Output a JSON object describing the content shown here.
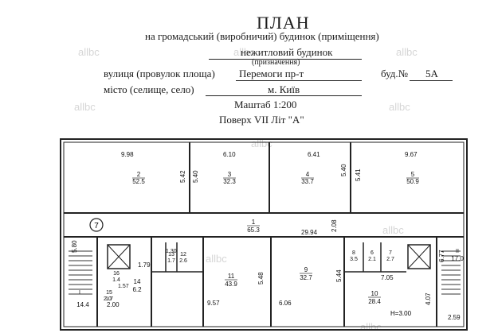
{
  "header": {
    "title": "ПЛАН",
    "subtitle": "на громадський (виробничий) будинок (приміщення)",
    "purpose_value": "нежитловий будинок",
    "purpose_caption": "(призначення)",
    "street_label": "вулиця (провулок площа)",
    "street_value": "Перемоги  пр-т",
    "building_label": "буд.№",
    "building_value": "5А",
    "city_label": "місто (селище, село)",
    "city_value": "м. Київ",
    "scale": "Маштаб 1:200",
    "floor": "Поверх  VII  Літ \"А\""
  },
  "watermarks": [
    "allbc",
    "allbc",
    "allbc",
    "allbc",
    "allbc",
    "allbc",
    "allbc",
    "allbc",
    "allbc"
  ],
  "plan": {
    "axis_marker": "7",
    "ceiling_height": "H=3.00",
    "dimensions": {
      "r2_width": "9.98",
      "r3_width": "6.10",
      "r4_width": "6.41",
      "r5_width": "9.67",
      "r2_depth": "5.42",
      "r3_depth": "5.40",
      "r4_depth": "5.40",
      "r5_depth": "5.41",
      "corridor_len": "29.94",
      "corridor_w": "2.08",
      "r11_depth": "5.48",
      "r9_depth": "5.44",
      "left_stair_w": "5.80",
      "right_stair_w": "6.77",
      "r14_w": "1.79",
      "r11_w": "9.57",
      "r9_w": "6.06",
      "r10_w": "7.05",
      "r10_depth": "4.07",
      "bottom_left_a": "2.00",
      "bottom_right": "2.59",
      "small_a": "1.30",
      "small_b": "1.57",
      "small_c": "2.0"
    },
    "rooms": [
      {
        "num": "2",
        "area": "52.5"
      },
      {
        "num": "3",
        "area": "32.3"
      },
      {
        "num": "4",
        "area": "33.7"
      },
      {
        "num": "5",
        "area": "50.9"
      },
      {
        "num": "1",
        "area": "65.3"
      },
      {
        "num": "11",
        "area": "43.9"
      },
      {
        "num": "9",
        "area": "32.7"
      },
      {
        "num": "10",
        "area": "28.4"
      },
      {
        "num": "14",
        "area": "6.2"
      },
      {
        "num": "13",
        "area": "1.7"
      },
      {
        "num": "12",
        "area": "2.6"
      },
      {
        "num": "8",
        "area": "3.5"
      },
      {
        "num": "6",
        "area": "2.1"
      },
      {
        "num": "7",
        "area": "2.7"
      },
      {
        "num": "II",
        "area": "17.0"
      },
      {
        "num": "I",
        "area": "14.4"
      },
      {
        "num": "16",
        "area": "1.4"
      },
      {
        "num": "15",
        "area": "1.7"
      }
    ]
  }
}
